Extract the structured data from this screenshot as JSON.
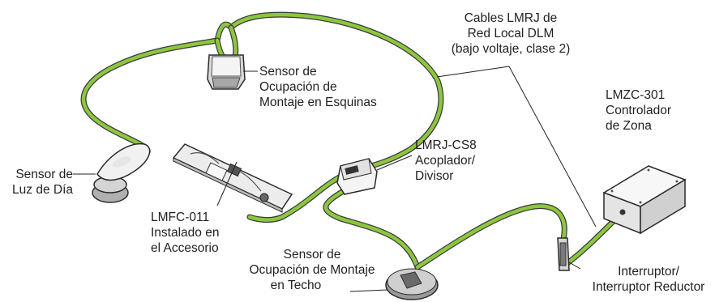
{
  "colors": {
    "cable_green": "#8dc63f",
    "cable_dark": "#3a3a3a",
    "device_light": "#f2f2f2",
    "device_mid": "#c8c8c8",
    "device_dark": "#5a5a5a",
    "leader": "#231f20",
    "text": "#231f20"
  },
  "labels": {
    "cables": [
      "Cables LMRJ de",
      "Red Local DLM",
      "(bajo voltaje, clase 2)"
    ],
    "corner_sensor": [
      "Sensor de",
      "Ocupación de",
      "Montaje en Esquinas"
    ],
    "zone_controller": [
      "LMZC-301",
      "Controlador",
      "de Zona"
    ],
    "daylight_sensor": [
      "Sensor de",
      "Luz de Día"
    ],
    "coupler": [
      "LMRJ-CS8",
      "Acoplador/",
      "Divisor"
    ],
    "lmfc": [
      "LMFC-011",
      "Instalado en",
      "el Accesorio"
    ],
    "ceiling_sensor": [
      "Sensor de",
      "Ocupación de Montaje",
      "en Techo"
    ],
    "switch": [
      "Interruptor/",
      "Interruptor Reductor"
    ]
  },
  "icons": [
    "corner-occupancy-sensor-icon",
    "daylight-sensor-icon",
    "fixture-module-icon",
    "coupler-splitter-icon",
    "ceiling-occupancy-sensor-icon",
    "wall-switch-icon",
    "zone-controller-icon"
  ]
}
